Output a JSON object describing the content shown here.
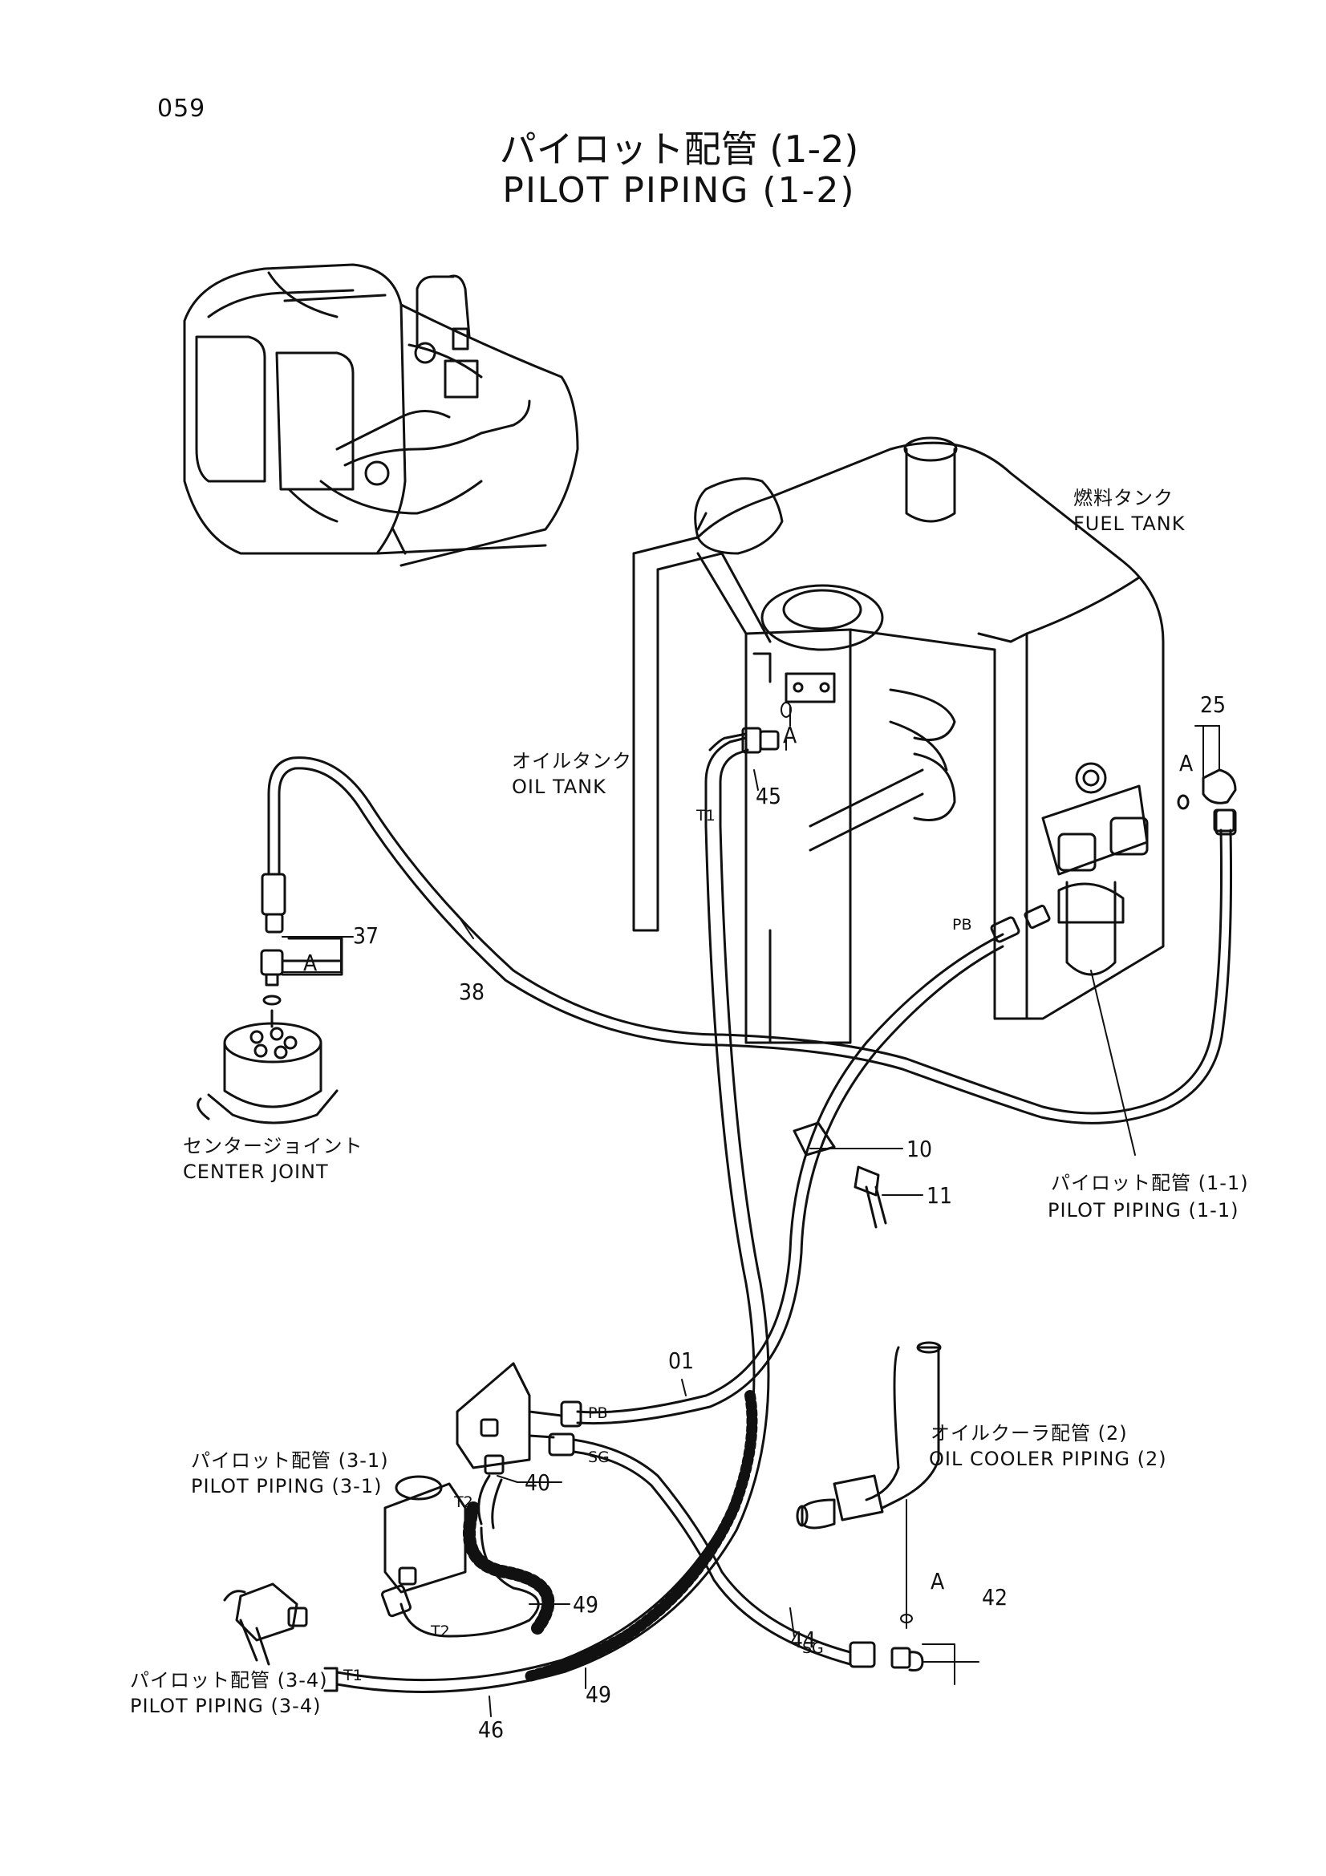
{
  "page_number": "059",
  "title": {
    "japanese": "パイロット配管 (1-2)",
    "english": "PILOT PIPING (1-2)"
  },
  "callouts": {
    "fuel_tank": {
      "jp": "燃料タンク",
      "en": "FUEL TANK"
    },
    "oil_tank": {
      "jp": "オイルタンク",
      "en": "OIL TANK"
    },
    "center_joint": {
      "jp": "センタージョイント",
      "en": "CENTER JOINT"
    },
    "pilot_piping_1_1": {
      "jp": "パイロット配管 (1-1)",
      "en": "PILOT PIPING (1-1)"
    },
    "pilot_piping_3_1": {
      "jp": "パイロット配管 (3-1)",
      "en": "PILOT PIPING (3-1)"
    },
    "pilot_piping_3_4": {
      "jp": "パイロット配管 (3-4)",
      "en": "PILOT PIPING (3-4)"
    },
    "oil_cooler_piping_2": {
      "jp": "オイルクーラ配管 (2)",
      "en": "OIL COOLER PIPING (2)"
    }
  },
  "part_numbers": {
    "p01": "01",
    "p10": "10",
    "p11": "11",
    "p25": "25",
    "p37": "37",
    "p38": "38",
    "p40": "40",
    "p42": "42",
    "p44": "44",
    "p45": "45",
    "p46": "46",
    "p49a": "49",
    "p49b": "49"
  },
  "detail_marks": {
    "a1": "A",
    "a2": "A",
    "a3": "A",
    "a4": "A"
  },
  "port_labels": {
    "t1_tank": "T1",
    "t1_bottom": "T1",
    "pb_upper": "PB",
    "pb_lower": "PB",
    "sg_upper": "SG",
    "sg_lower": "SG",
    "t2_upper": "T2",
    "t2_lower": "T2"
  }
}
